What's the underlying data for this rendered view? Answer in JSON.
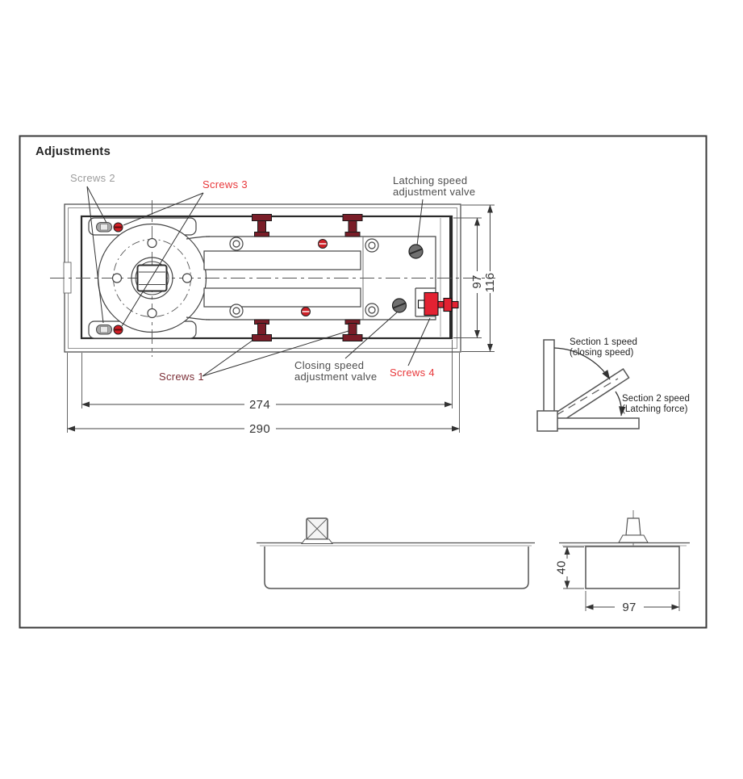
{
  "header": {
    "title": "Adjustments"
  },
  "top_view": {
    "labels": {
      "screws1": "Screws 1",
      "screws2": "Screws 2",
      "screws3": "Screws 3",
      "screws4": "Screws 4",
      "latching_valve": {
        "line1": "Latching speed",
        "line2": "adjustment valve"
      },
      "closing_valve": {
        "line1": "Closing speed",
        "line2": "adjustment valve"
      }
    },
    "dimensions": {
      "body_width": "274",
      "plate_width": "290",
      "body_height": "97",
      "plate_height": "116"
    }
  },
  "swing_diagram": {
    "section1": {
      "line1": "Section 1 speed",
      "line2": "(closing speed)"
    },
    "section2": {
      "line1": "Section 2 speed",
      "line2": "(Latching force)"
    }
  },
  "end_view": {
    "dimensions": {
      "height": "40",
      "width": "97"
    }
  },
  "colors": {
    "accent_red": "#e8383b",
    "screw_maroon": "#7a1d28",
    "valve_gray": "#707070",
    "label_gray": "#4d4d4d",
    "label_light_gray": "#9c9c9c",
    "label_dark_red": "#7b2e36"
  }
}
